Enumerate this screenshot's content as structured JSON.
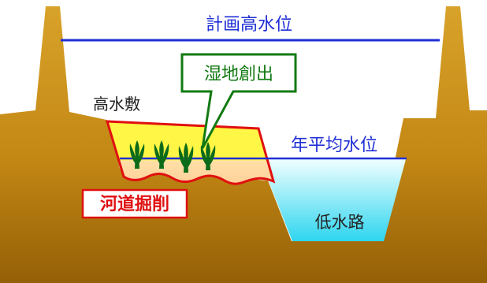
{
  "labels": {
    "planned_water_level": "計画高水位",
    "wetland_creation": "湿地創出",
    "floodplain": "高水敷",
    "annual_average_water_level": "年平均水位",
    "channel_excavation": "河道掘削",
    "low_water_channel": "低水路"
  },
  "colors": {
    "ground_light": "#d29a1e",
    "ground_dark": "#9a6406",
    "water_line": "#1f2fd6",
    "water_fill_top": "#e9ffff",
    "water_fill_bottom": "#2fd6f0",
    "excavation_fill": "#fff23a",
    "excavation_lower": "#ffd9a0",
    "excavation_outline": "#e01010",
    "wetland_border": "#127a12",
    "plant_green": "#0b6b19",
    "text_dark": "#222222",
    "text_blue": "#1f2fd6",
    "text_red": "#e01010"
  },
  "icons": {
    "plants": "reed-plant-icon"
  }
}
